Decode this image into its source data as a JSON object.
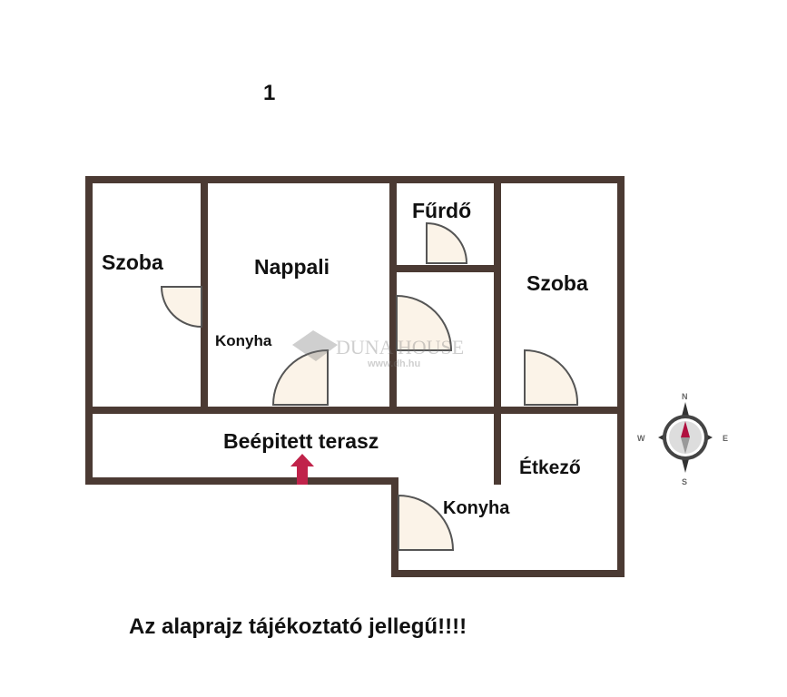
{
  "page_number": "1",
  "rooms": {
    "szoba_left": "Szoba",
    "nappali": "Nappali",
    "konyha_upper": "Konyha",
    "furdo": "Fűrdő",
    "szoba_right": "Szoba",
    "terasz": "Beépitett terasz",
    "etkezo": "Étkező",
    "konyha_lower": "Konyha"
  },
  "watermark": {
    "brand": "DUNA HOUSE",
    "url": "www.dh.hu"
  },
  "compass": {
    "n": "N",
    "e": "E",
    "s": "S",
    "w": "W"
  },
  "disclaimer": "Az alaprajz tájékoztató jellegű!!!!",
  "colors": {
    "wall": "#4b3a33",
    "entrance_arrow": "#c0234a",
    "compass_needle": "#b0103f"
  }
}
